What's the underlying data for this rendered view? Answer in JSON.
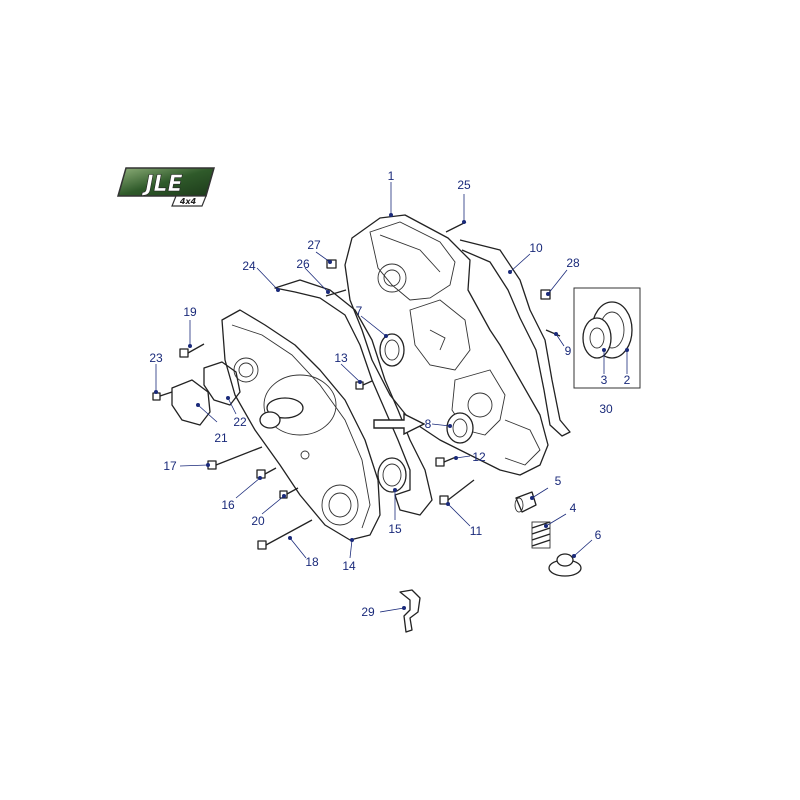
{
  "logo": {
    "text": "JLE",
    "subtext": "4x4"
  },
  "callouts": [
    {
      "id": "c1",
      "text": "1"
    },
    {
      "id": "c2",
      "text": "2"
    },
    {
      "id": "c3",
      "text": "3"
    },
    {
      "id": "c4",
      "text": "4"
    },
    {
      "id": "c5",
      "text": "5"
    },
    {
      "id": "c6",
      "text": "6"
    },
    {
      "id": "c7",
      "text": "7"
    },
    {
      "id": "c8",
      "text": "8"
    },
    {
      "id": "c9",
      "text": "9"
    },
    {
      "id": "c10",
      "text": "10"
    },
    {
      "id": "c11",
      "text": "11"
    },
    {
      "id": "c12",
      "text": "12"
    },
    {
      "id": "c13",
      "text": "13"
    },
    {
      "id": "c14",
      "text": "14"
    },
    {
      "id": "c15",
      "text": "15"
    },
    {
      "id": "c16",
      "text": "16"
    },
    {
      "id": "c17",
      "text": "17"
    },
    {
      "id": "c18",
      "text": "18"
    },
    {
      "id": "c19",
      "text": "19"
    },
    {
      "id": "c20",
      "text": "20"
    },
    {
      "id": "c21",
      "text": "21"
    },
    {
      "id": "c22",
      "text": "22"
    },
    {
      "id": "c23",
      "text": "23"
    },
    {
      "id": "c24",
      "text": "24"
    },
    {
      "id": "c25",
      "text": "25"
    },
    {
      "id": "c26",
      "text": "26"
    },
    {
      "id": "c27",
      "text": "27"
    },
    {
      "id": "c28",
      "text": "28"
    },
    {
      "id": "c29",
      "text": "29"
    },
    {
      "id": "c30",
      "text": "30"
    }
  ],
  "colors": {
    "callout": "#1a2a7a",
    "logo_bg": "#2f5a2a",
    "line": "#222222"
  }
}
